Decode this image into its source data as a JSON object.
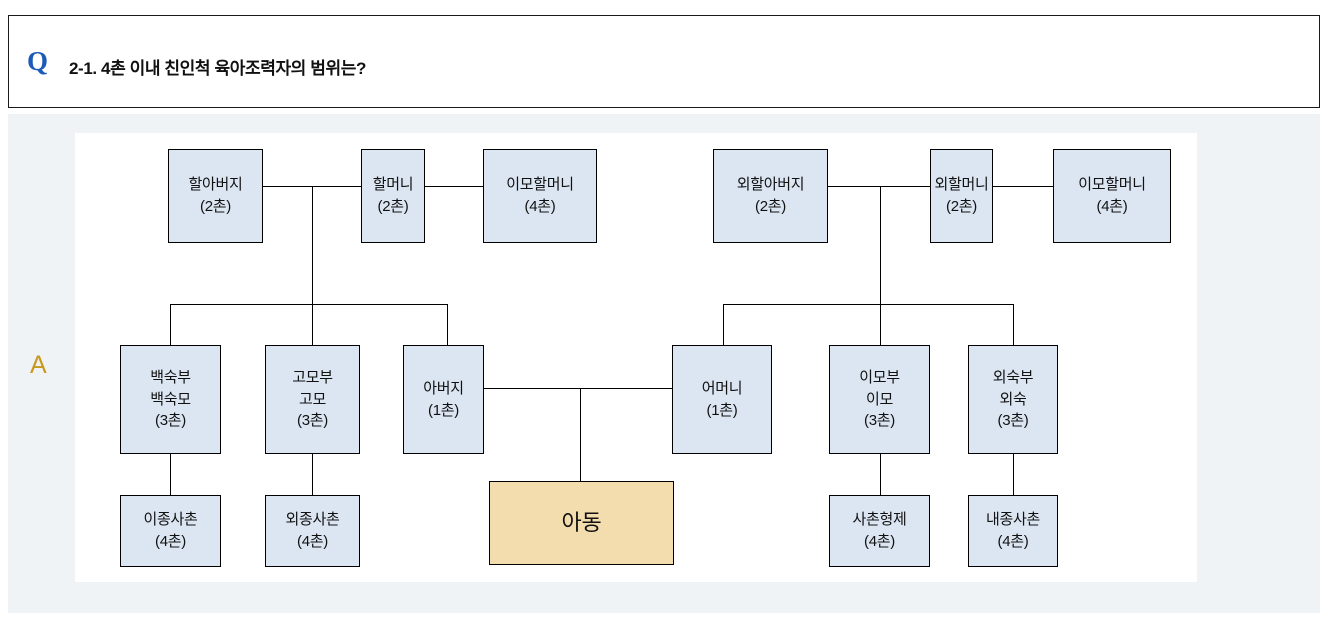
{
  "header": {
    "marker": "Q",
    "question": "2-1. 4촌 이내 친인척 육아조력자의 범위는?"
  },
  "answer": {
    "marker": "A"
  },
  "colors": {
    "relative_box_fill": "#dce6f2",
    "child_box_fill": "#f3dcad",
    "box_border": "#000000",
    "q_marker": "#1c5bb8",
    "a_marker": "#c8991a",
    "panel_bg": "#ffffff",
    "body_bg": "#f0f3f6"
  },
  "diagram": {
    "type": "family-tree",
    "nodes": [
      {
        "id": "grandfather",
        "lines": [
          "할아버지",
          "(2촌)"
        ],
        "degree": "2촌",
        "row": "grandparents",
        "side": "paternal"
      },
      {
        "id": "grandmother",
        "lines": [
          "할머니",
          "(2촌)"
        ],
        "degree": "2촌",
        "row": "grandparents",
        "side": "paternal"
      },
      {
        "id": "grandaunt-paternal",
        "lines": [
          "이모할머니",
          "(4촌)"
        ],
        "degree": "4촌",
        "row": "grandparents",
        "side": "paternal"
      },
      {
        "id": "maternal-grandfather",
        "lines": [
          "외할아버지",
          "(2촌)"
        ],
        "degree": "2촌",
        "row": "grandparents",
        "side": "maternal"
      },
      {
        "id": "maternal-grandmother",
        "lines": [
          "외할머니",
          "(2촌)"
        ],
        "degree": "2촌",
        "row": "grandparents",
        "side": "maternal"
      },
      {
        "id": "grandaunt-maternal",
        "lines": [
          "이모할머니",
          "(4촌)"
        ],
        "degree": "4촌",
        "row": "grandparents",
        "side": "maternal"
      },
      {
        "id": "uncle-paternal",
        "lines": [
          "백숙부",
          "백숙모",
          "(3촌)"
        ],
        "degree": "3촌",
        "row": "parents",
        "side": "paternal"
      },
      {
        "id": "aunt-paternal",
        "lines": [
          "고모부",
          "고모",
          "(3촌)"
        ],
        "degree": "3촌",
        "row": "parents",
        "side": "paternal"
      },
      {
        "id": "father",
        "lines": [
          "아버지",
          "(1촌)"
        ],
        "degree": "1촌",
        "row": "parents",
        "side": "paternal"
      },
      {
        "id": "mother",
        "lines": [
          "어머니",
          "(1촌)"
        ],
        "degree": "1촌",
        "row": "parents",
        "side": "maternal"
      },
      {
        "id": "aunt-maternal",
        "lines": [
          "이모부",
          "이모",
          "(3촌)"
        ],
        "degree": "3촌",
        "row": "parents",
        "side": "maternal"
      },
      {
        "id": "uncle-maternal",
        "lines": [
          "외숙부",
          "외숙",
          "(3촌)"
        ],
        "degree": "3촌",
        "row": "parents",
        "side": "maternal"
      },
      {
        "id": "cousin-ijong",
        "lines": [
          "이종사촌",
          "(4촌)"
        ],
        "degree": "4촌",
        "row": "cousins",
        "side": "paternal"
      },
      {
        "id": "cousin-oejong",
        "lines": [
          "외종사촌",
          "(4촌)"
        ],
        "degree": "4촌",
        "row": "cousins",
        "side": "paternal"
      },
      {
        "id": "child",
        "lines": [
          "아동"
        ],
        "degree": "",
        "row": "child",
        "side": "center"
      },
      {
        "id": "cousin-sachon",
        "lines": [
          "사촌형제",
          "(4촌)"
        ],
        "degree": "4촌",
        "row": "cousins",
        "side": "maternal"
      },
      {
        "id": "cousin-naejong",
        "lines": [
          "내종사촌",
          "(4촌)"
        ],
        "degree": "4촌",
        "row": "cousins",
        "side": "maternal"
      }
    ]
  }
}
